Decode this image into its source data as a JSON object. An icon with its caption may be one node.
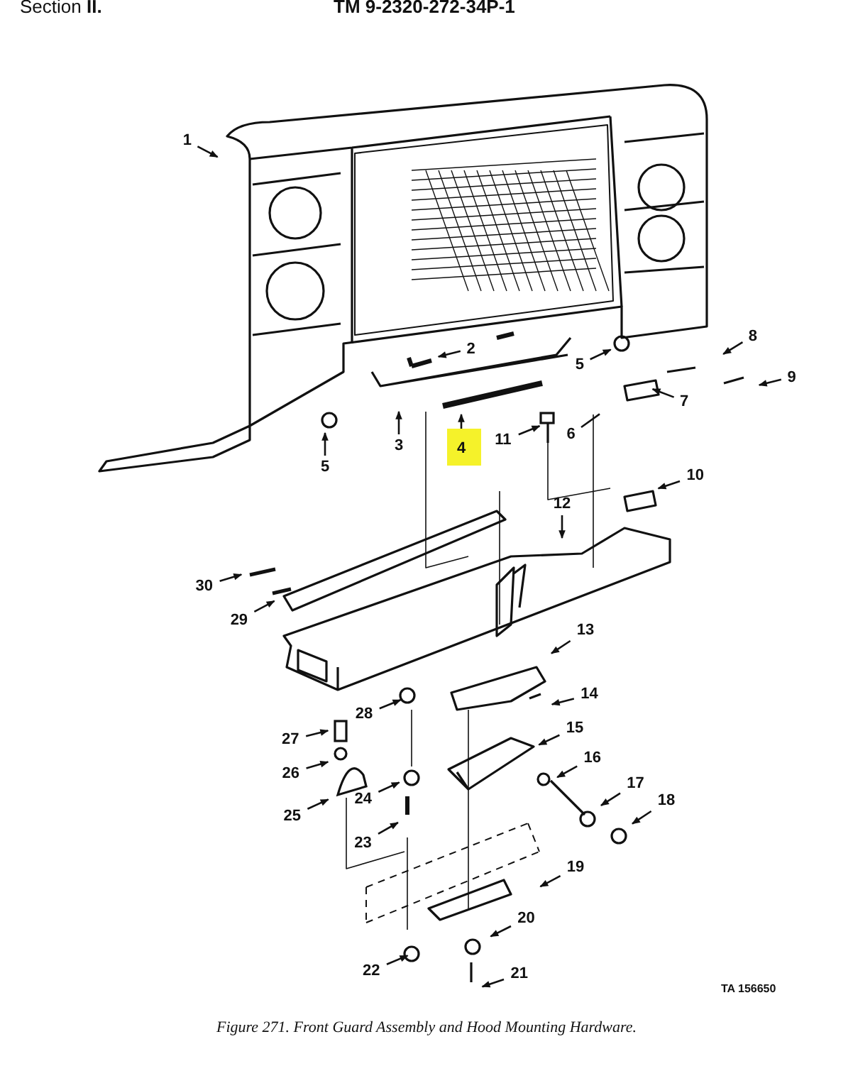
{
  "diagram": {
    "caption": "Figure 271. Front Guard Assembly and Hood Mounting Hardware.",
    "nodes": [
      {
        "text": [
          "1"
        ]
      },
      {
        "text": [
          "2"
        ]
      },
      {
        "text": [
          "3"
        ]
      },
      {
        "text": [
          "4"
        ]
      },
      {
        "text": [
          "5"
        ]
      },
      {
        "text": [
          "5"
        ]
      },
      {
        "text": [
          "6"
        ]
      },
      {
        "text": [
          "7"
        ]
      },
      {
        "text": [
          "8"
        ]
      },
      {
        "text": [
          "9"
        ]
      },
      {
        "text": [
          "10"
        ]
      },
      {
        "text": [
          "11"
        ]
      },
      {
        "text": [
          "12"
        ]
      },
      {
        "text": [
          "13"
        ]
      },
      {
        "text": [
          "14"
        ]
      },
      {
        "text": [
          "15"
        ]
      },
      {
        "text": [
          "16"
        ]
      },
      {
        "text": [
          "17"
        ]
      },
      {
        "text": [
          "18"
        ]
      },
      {
        "text": [
          "19"
        ]
      },
      {
        "text": [
          "20"
        ]
      },
      {
        "text": [
          "21"
        ]
      },
      {
        "text": [
          "22"
        ]
      },
      {
        "text": [
          "23"
        ]
      },
      {
        "text": [
          "24"
        ]
      },
      {
        "text": [
          "25"
        ]
      },
      {
        "text": [
          "26"
        ]
      },
      {
        "text": [
          "27"
        ]
      },
      {
        "text": [
          "28"
        ]
      },
      {
        "text": [
          "29"
        ]
      },
      {
        "text": [
          "30"
        ]
      },
      {
        "text": [],
        "shape": "bar"
      },
      {
        "text": [],
        "shape": "box"
      },
      {
        "text": [],
        "shape": "circle"
      },
      {
        "text": [],
        "shape": "circle"
      },
      {
        "text": [],
        "shape": "circle"
      },
      {
        "text": [],
        "shape": "bar"
      },
      {
        "text": [],
        "shape": "dome"
      },
      {
        "text": [],
        "shape": "circle"
      },
      {
        "text": [],
        "shape": "circle"
      },
      {
        "text": [],
        "shape": "box"
      }
    ],
    "edges": [
      {
        "from": 0,
        "to": null,
        "arrow": "to"
      },
      {
        "from": 1,
        "to": null,
        "arrow": "to"
      },
      {
        "from": 2,
        "to": null,
        "arrow": "to"
      },
      {
        "from": 3,
        "to": 31,
        "arrow": "to"
      },
      {
        "from": 4,
        "to": null,
        "arrow": "to"
      },
      {
        "from": 5,
        "to": null,
        "arrow": "to"
      },
      {
        "from": 6,
        "to": null,
        "arrow": "none"
      },
      {
        "from": 7,
        "to": null,
        "arrow": "to"
      },
      {
        "from": 8,
        "to": null,
        "arrow": "to"
      },
      {
        "from": 9,
        "to": null,
        "arrow": "to"
      },
      {
        "from": 10,
        "to": null,
        "arrow": "to"
      },
      {
        "from": 11,
        "to": 32,
        "arrow": "to"
      },
      {
        "from": 12,
        "to": null,
        "arrow": "to"
      },
      {
        "from": 13,
        "to": null,
        "arrow": "to"
      },
      {
        "from": 14,
        "to": null,
        "arrow": "to"
      },
      {
        "from": 15,
        "to": null,
        "arrow": "to"
      },
      {
        "from": 16,
        "to": null,
        "arrow": "to"
      },
      {
        "from": 17,
        "to": null,
        "arrow": "to"
      },
      {
        "from": 18,
        "to": 33,
        "arrow": "to"
      },
      {
        "from": 19,
        "to": null,
        "arrow": "to"
      },
      {
        "from": 20,
        "to": 34,
        "arrow": "to"
      },
      {
        "from": 21,
        "to": null,
        "arrow": "to"
      },
      {
        "from": 22,
        "to": 35,
        "arrow": "to"
      },
      {
        "from": 23,
        "to": 36,
        "arrow": "to"
      },
      {
        "from": 24,
        "to": 39,
        "arrow": "to"
      },
      {
        "from": 25,
        "to": 37,
        "arrow": "to"
      },
      {
        "from": 26,
        "to": 38,
        "arrow": "to"
      },
      {
        "from": 27,
        "to": 40,
        "arrow": "to"
      },
      {
        "from": 28,
        "to": null,
        "arrow": "to"
      },
      {
        "from": 29,
        "to": null,
        "arrow": "to"
      },
      {
        "from": 30,
        "to": null,
        "arrow": "to"
      }
    ],
    "labels": [
      "Section **II.**",
      "TM 9-2320-272-34P-1",
      "TA 156650"
    ]
  }
}
